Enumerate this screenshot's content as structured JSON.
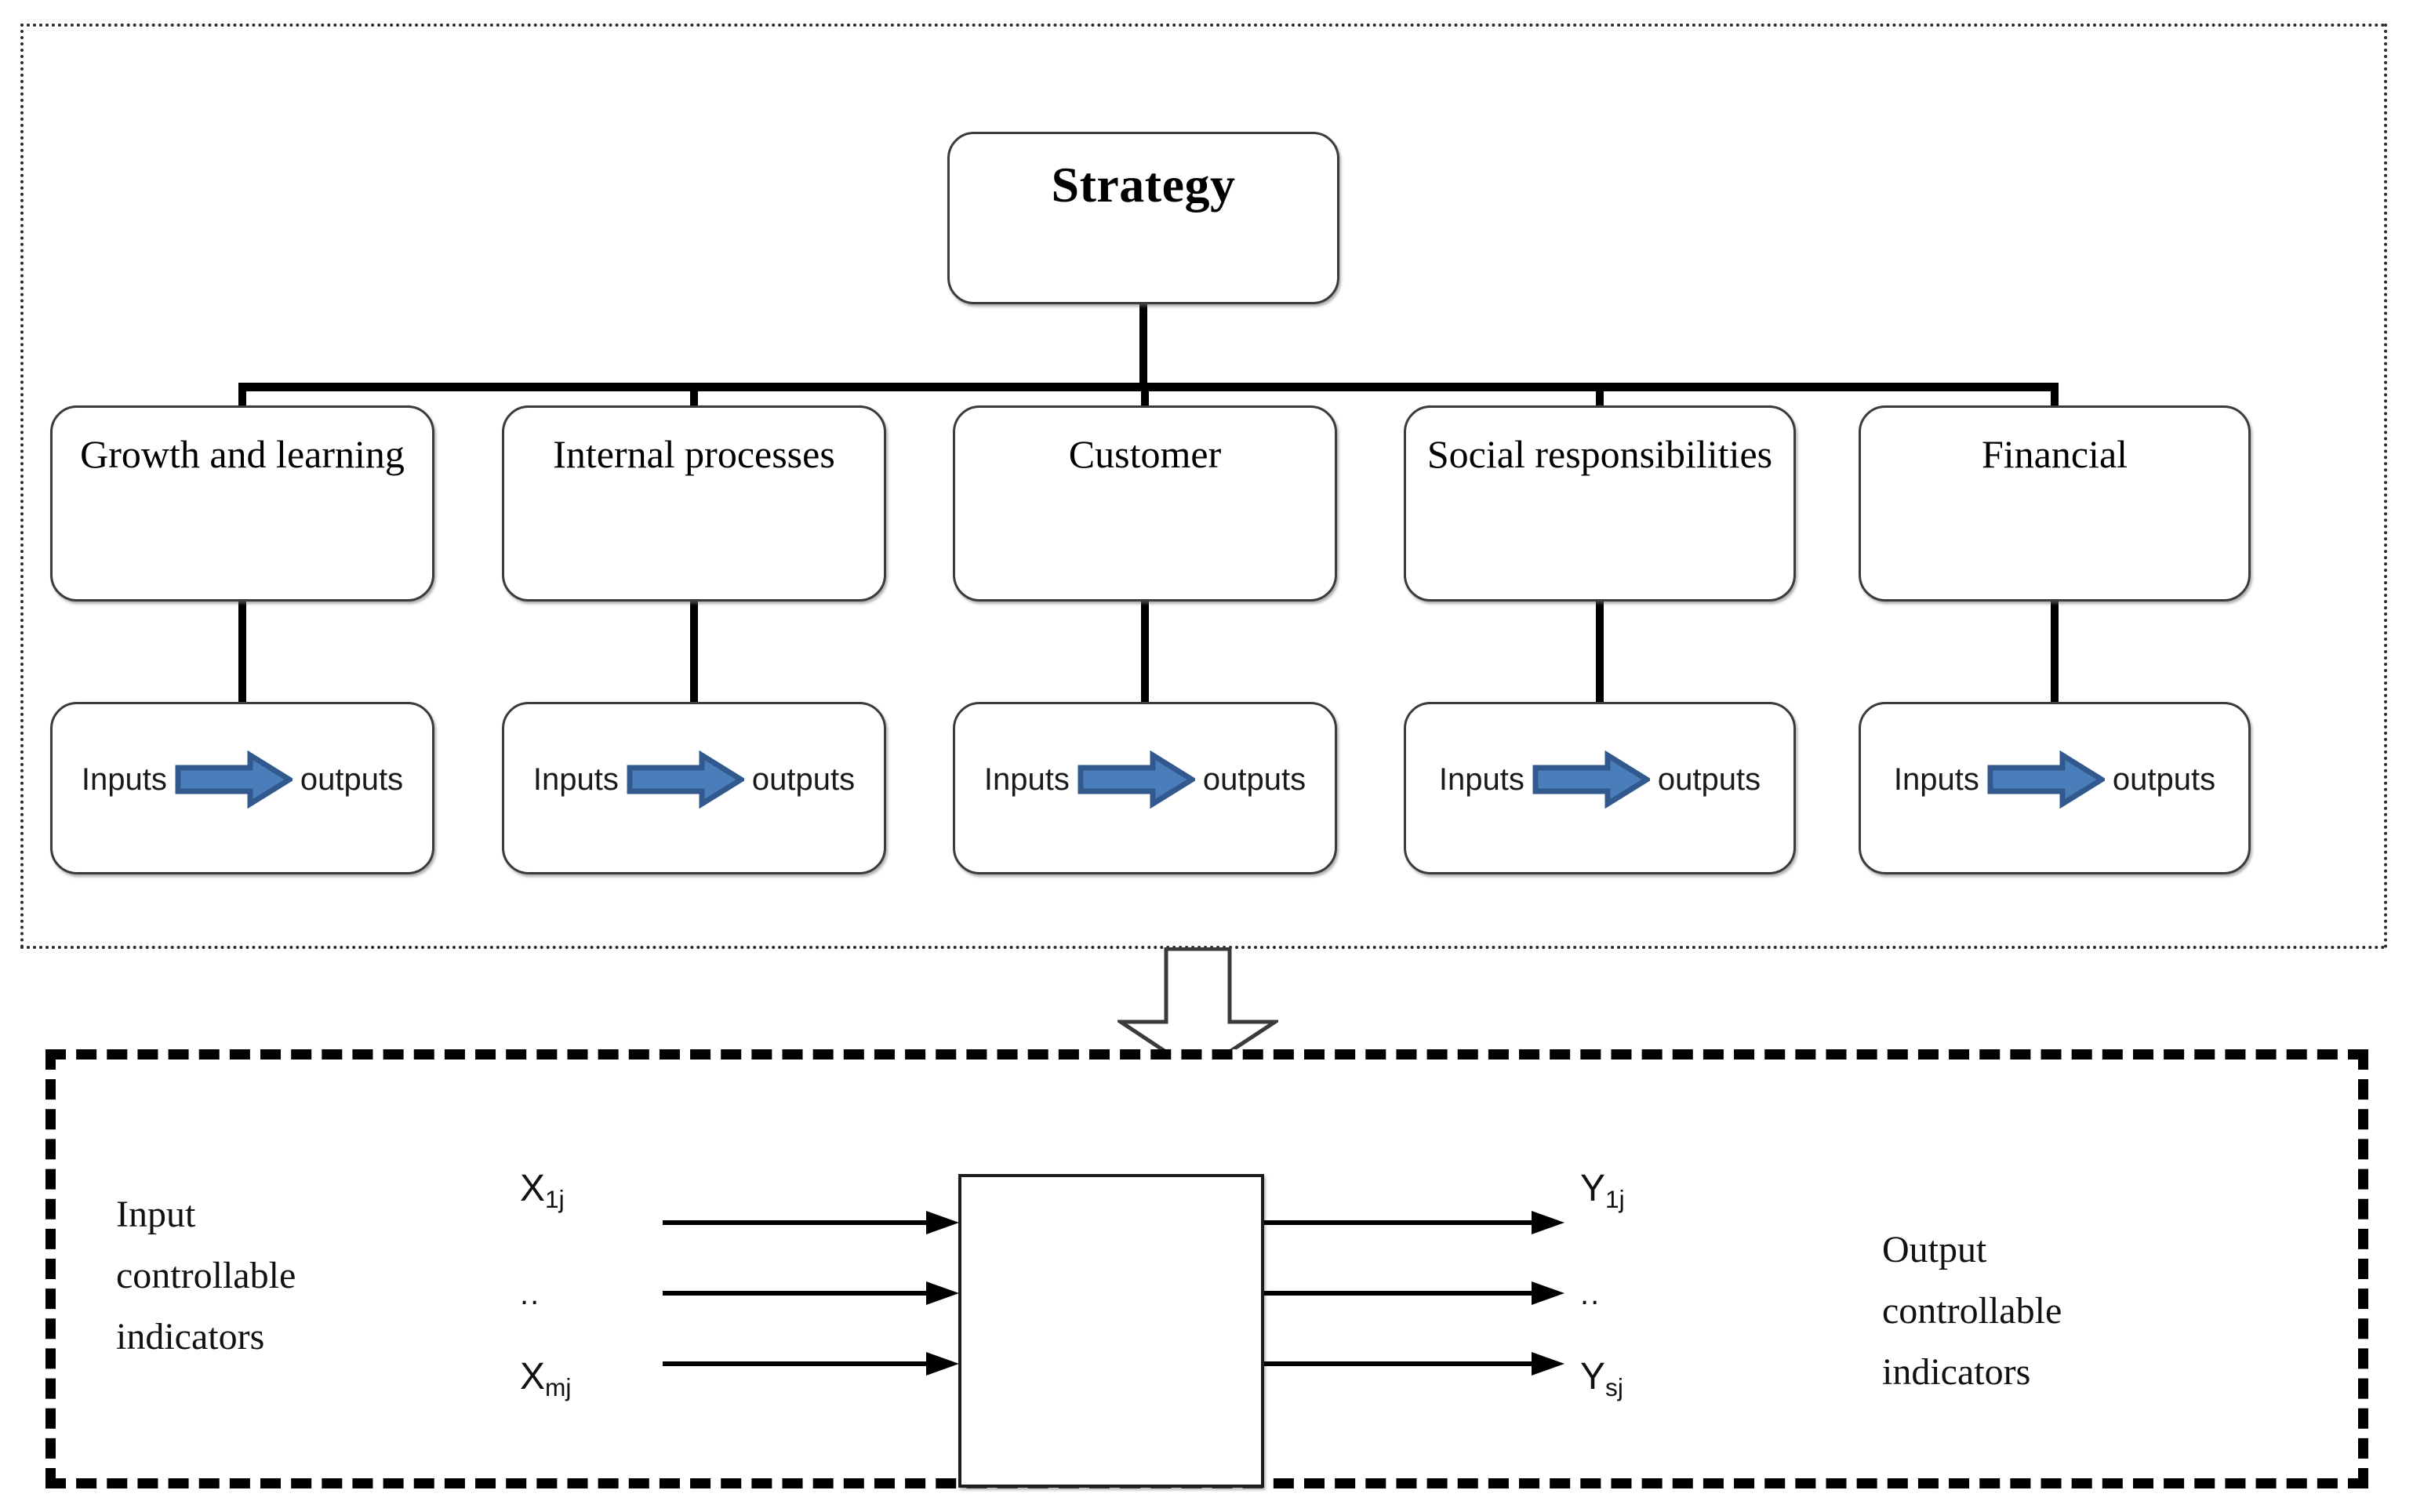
{
  "diagram": {
    "upper_section": {
      "root": {
        "label": "Strategy"
      },
      "perspectives": [
        {
          "label": "Growth and\nlearning"
        },
        {
          "label": "Internal\nprocesses"
        },
        {
          "label": "Customer"
        },
        {
          "label": "Social\nresponsibilities"
        },
        {
          "label": "Financial"
        }
      ],
      "io_boxes": [
        {
          "input_label": "Inputs",
          "output_label": "outputs"
        },
        {
          "input_label": "Inputs",
          "output_label": "outputs"
        },
        {
          "input_label": "Inputs",
          "output_label": "outputs"
        },
        {
          "input_label": "Inputs",
          "output_label": "outputs"
        },
        {
          "input_label": "Inputs",
          "output_label": "outputs"
        }
      ],
      "arrow_icon": "block-arrow-right-icon",
      "arrow_fill": "#4a7ebb",
      "arrow_stroke": "#31598d"
    },
    "transition": {
      "icon": "hollow-down-arrow-icon"
    },
    "lower_section": {
      "left_label": "Input\ncontrollable\nindicators",
      "right_label": "Output\ncontrollable\nindicators",
      "input_variables": [
        {
          "base": "X",
          "sub": "1j"
        },
        {
          "base": "..",
          "sub": ""
        },
        {
          "base": "X",
          "sub": "mj"
        }
      ],
      "output_variables": [
        {
          "base": "Y",
          "sub": "1j"
        },
        {
          "base": "..",
          "sub": ""
        },
        {
          "base": "Y",
          "sub": "sj"
        }
      ],
      "dmu_box_label": "",
      "input_arrow_count": 3,
      "output_arrow_count": 3
    },
    "colors": {
      "line": "#000000",
      "box_border": "#3b3b3b",
      "background": "#ffffff",
      "arrow_blue": "#4a7ebb"
    }
  }
}
